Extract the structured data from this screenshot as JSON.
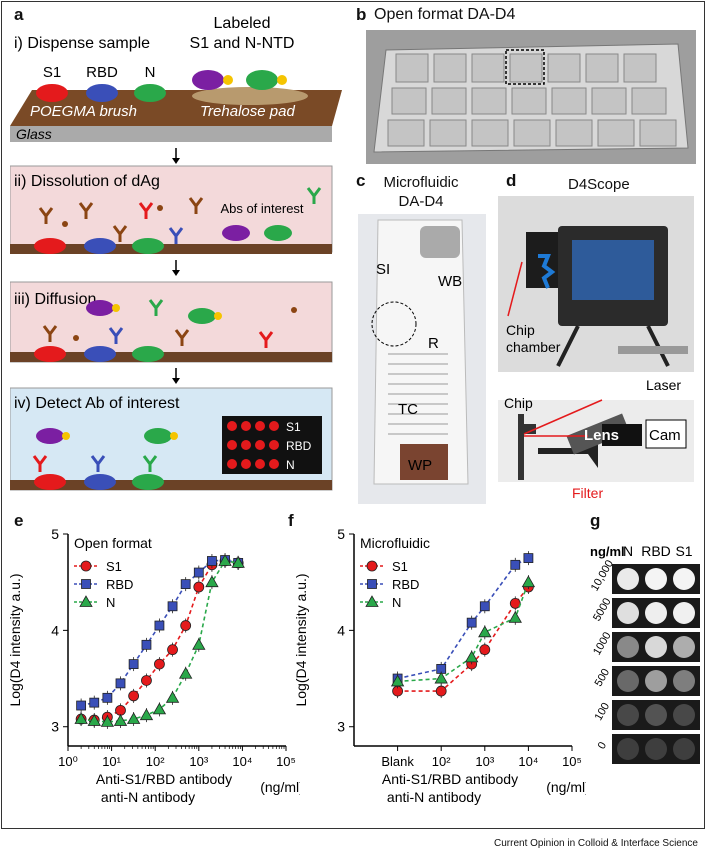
{
  "panel_a": {
    "label": "a",
    "step1": "i) Dispense sample",
    "labeled_line1": "Labeled",
    "labeled_line2": "S1 and N-NTD",
    "spot_s1": "S1",
    "spot_rbd": "RBD",
    "spot_n": "N",
    "brush": "POEGMA brush",
    "trehalose": "Trehalose pad",
    "glass": "Glass",
    "step2": "ii) Dissolution of dAg",
    "abs_interest": "Abs of interest",
    "step3": "iii) Diffusion",
    "step4": "iv) Detect Ab of interest",
    "array_s1": "S1",
    "array_rbd": "RBD",
    "array_n": "N"
  },
  "panel_b": {
    "label": "b",
    "title": "Open format DA-D4"
  },
  "panel_c": {
    "label": "c",
    "title_line1": "Microfluidic",
    "title_line2": "DA-D4",
    "si": "SI",
    "wb": "WB",
    "r": "R",
    "tc": "TC",
    "wp": "WP"
  },
  "panel_d": {
    "label": "d",
    "title": "D4Scope",
    "chip_chamber_1": "Chip",
    "chip_chamber_2": "chamber",
    "chip": "Chip",
    "laser": "Laser",
    "lens": "Lens",
    "cam": "Cam",
    "filter": "Filter"
  },
  "panel_e": {
    "label": "e"
  },
  "panel_f": {
    "label": "f"
  },
  "panel_g": {
    "label": "g",
    "unit": "ng/ml",
    "col_labels": [
      "N",
      "RBD",
      "S1"
    ],
    "row_labels": [
      "10,000",
      "5000",
      "1000",
      "500",
      "100",
      "0"
    ]
  },
  "colors": {
    "s1": "#e41a1c",
    "rbd": "#3a4fb8",
    "n": "#2aa84a",
    "pink": "#f3d9da",
    "blue_bg": "#d6e8f4",
    "substrate": "#6b4226"
  },
  "chart_data": [
    {
      "type": "scatter",
      "panel": "e",
      "title": "Open format",
      "ylabel": "Log(D4 intensity a.u.)",
      "xlabel_line1": "Anti-S1/RBD antibody",
      "xlabel_line2": "anti-N antibody",
      "xunit": "(ng/ml)",
      "xscale": "log",
      "xlim": [
        1,
        100000
      ],
      "ylim": [
        2.8,
        5
      ],
      "xticks": [
        "10⁰",
        "10¹",
        "10²",
        "10³",
        "10⁴",
        "10⁵"
      ],
      "yticks": [
        "3",
        "4",
        "5"
      ],
      "legend_position": "top-left",
      "series": [
        {
          "name": "S1",
          "marker": "circle",
          "color": "#e41a1c",
          "x": [
            2,
            4,
            8,
            16,
            32,
            63,
            125,
            250,
            500,
            1000,
            2000,
            4000,
            8000
          ],
          "y": [
            3.08,
            3.07,
            3.1,
            3.17,
            3.32,
            3.48,
            3.65,
            3.8,
            4.05,
            4.45,
            4.68,
            4.72,
            4.7
          ]
        },
        {
          "name": "RBD",
          "marker": "square",
          "color": "#3a4fb8",
          "x": [
            2,
            4,
            8,
            16,
            32,
            63,
            125,
            250,
            500,
            1000,
            2000,
            4000,
            8000
          ],
          "y": [
            3.22,
            3.25,
            3.3,
            3.45,
            3.65,
            3.85,
            4.05,
            4.25,
            4.48,
            4.6,
            4.72,
            4.73,
            4.7
          ]
        },
        {
          "name": "N",
          "marker": "triangle",
          "color": "#2aa84a",
          "x": [
            2,
            4,
            8,
            16,
            32,
            63,
            125,
            250,
            500,
            1000,
            2000,
            4000,
            8000
          ],
          "y": [
            3.08,
            3.06,
            3.05,
            3.06,
            3.08,
            3.12,
            3.18,
            3.3,
            3.55,
            3.85,
            4.5,
            4.72,
            4.7
          ]
        }
      ]
    },
    {
      "type": "scatter",
      "panel": "f",
      "title": "Microfluidic",
      "ylabel": "Log(D4 intensity a.u.)",
      "xlabel_line1": "Anti-S1/RBD antibody",
      "xlabel_line2": "anti-N antibody",
      "xunit": "(ng/ml)",
      "xscale": "log",
      "xlim": [
        1,
        100000
      ],
      "ylim": [
        2.8,
        5
      ],
      "xticks": [
        "Blank",
        "10²",
        "10³",
        "10⁴",
        "10⁵"
      ],
      "yticks": [
        "3",
        "4",
        "5"
      ],
      "legend_position": "top-left",
      "series": [
        {
          "name": "S1",
          "marker": "circle",
          "color": "#e41a1c",
          "x": [
            "Blank",
            100,
            500,
            1000,
            5000,
            10000
          ],
          "y": [
            3.37,
            3.37,
            3.65,
            3.8,
            4.28,
            4.45
          ]
        },
        {
          "name": "RBD",
          "marker": "square",
          "color": "#3a4fb8",
          "x": [
            "Blank",
            100,
            500,
            1000,
            5000,
            10000
          ],
          "y": [
            3.5,
            3.6,
            4.08,
            4.25,
            4.68,
            4.75
          ]
        },
        {
          "name": "N",
          "marker": "triangle",
          "color": "#2aa84a",
          "x": [
            "Blank",
            100,
            500,
            1000,
            5000,
            10000
          ],
          "y": [
            3.47,
            3.5,
            3.72,
            3.98,
            4.13,
            4.5
          ]
        }
      ]
    }
  ],
  "credit": "Current Opinion in Colloid & Interface Science"
}
